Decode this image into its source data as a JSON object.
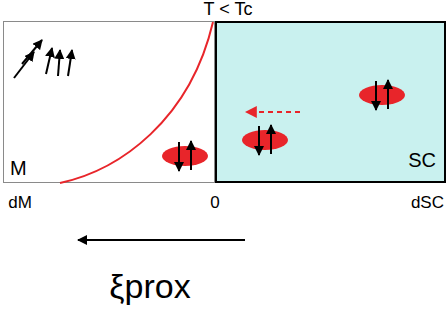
{
  "diagram": {
    "title": "T < Tc",
    "nodes": [
      {
        "text": [
          "M"
        ]
      },
      {
        "text": [
          "SC"
        ]
      }
    ],
    "labels": [
      "dM",
      "0",
      "dSC",
      "ξprox"
    ]
  }
}
